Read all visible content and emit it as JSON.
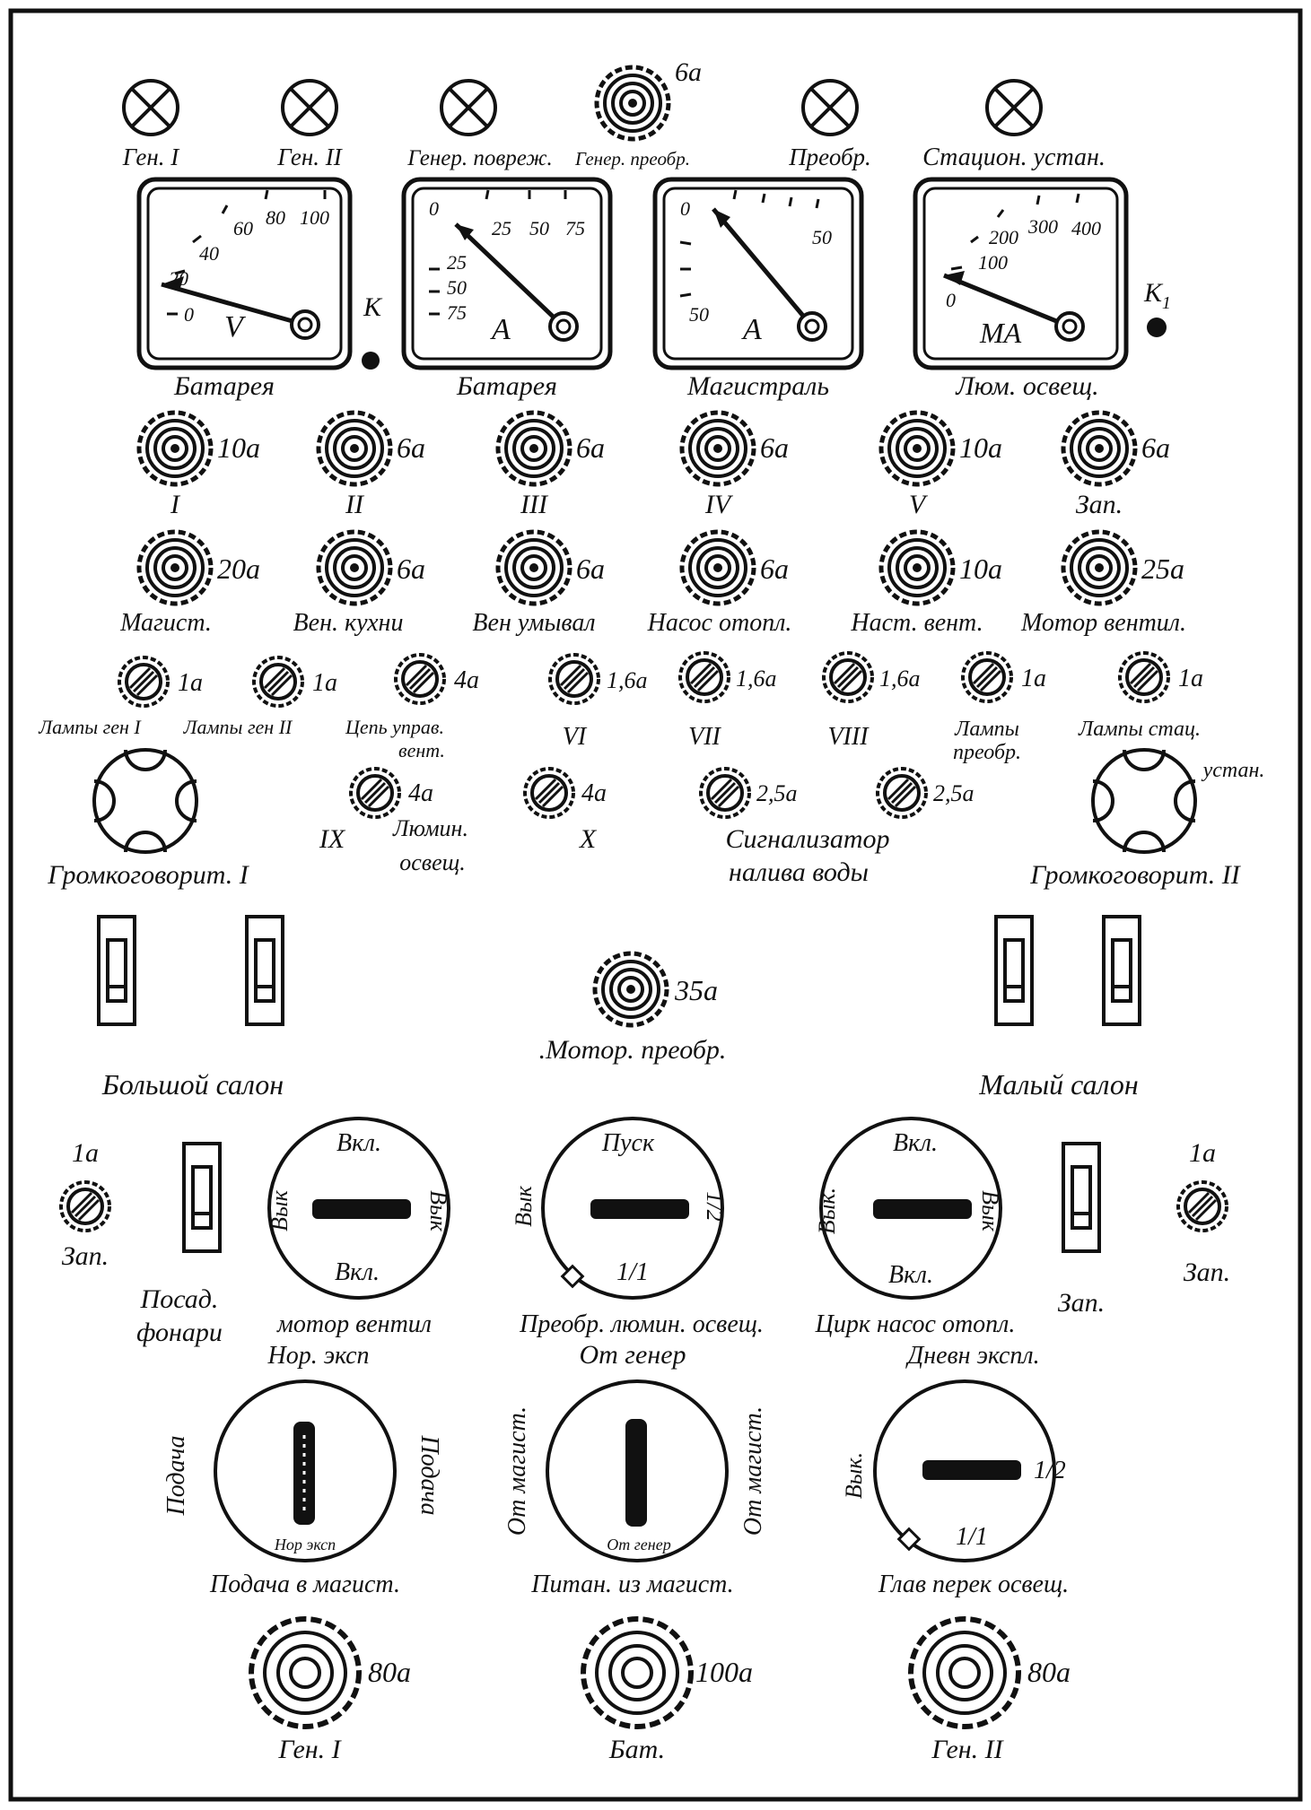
{
  "lamps": [
    {
      "label": "Ген. I"
    },
    {
      "label": "Ген. II"
    },
    {
      "label": "Генер. повреж."
    },
    {
      "label": "Преобр."
    },
    {
      "label": "Стацион. устан."
    }
  ],
  "top_fuse": {
    "rating": "6а",
    "label": "Генер. преобр."
  },
  "meters": [
    {
      "label": "Батарея",
      "unit": "V",
      "ticks": [
        "0",
        "20",
        "40",
        "60",
        "80",
        "100"
      ]
    },
    {
      "label": "Батарея",
      "unit": "A",
      "ticks": [
        "0",
        "25",
        "50",
        "75",
        "25",
        "50",
        "75"
      ]
    },
    {
      "label": "Магистраль",
      "unit": "A",
      "ticks": [
        "0",
        "50",
        "50"
      ]
    },
    {
      "label": "Люм. освещ.",
      "unit": "MA",
      "ticks": [
        "0",
        "100",
        "200",
        "300",
        "400"
      ]
    }
  ],
  "terminals": {
    "k": "К",
    "k1": "К",
    "k1_sub": "1"
  },
  "fuse_row1": [
    {
      "rating": "10а",
      "label": "I"
    },
    {
      "rating": "6а",
      "label": "II"
    },
    {
      "rating": "6а",
      "label": "III"
    },
    {
      "rating": "6а",
      "label": "IV"
    },
    {
      "rating": "10а",
      "label": "V"
    },
    {
      "rating": "6а",
      "label": "Зап."
    }
  ],
  "fuse_row2": [
    {
      "rating": "20а",
      "label": "Магист."
    },
    {
      "rating": "6а",
      "label": "Вен. кухни"
    },
    {
      "rating": "6а",
      "label": "Вен умывал"
    },
    {
      "rating": "6а",
      "label": "Насос отопл."
    },
    {
      "rating": "10а",
      "label": "Наст. вент."
    },
    {
      "rating": "25а",
      "label": "Мотор  вентил."
    }
  ],
  "fuse_row3": [
    {
      "rating": "1а",
      "label": "Лампы ген I"
    },
    {
      "rating": "1а",
      "label": "Лампы ген II"
    },
    {
      "rating": "4а",
      "label": "Цепь управ.",
      "label2": "вент."
    },
    {
      "rating": "1,6а",
      "label": "VI"
    },
    {
      "rating": "1,6а",
      "label": "VII"
    },
    {
      "rating": "1,6а",
      "label": "VIII"
    },
    {
      "rating": "1а",
      "label": "Лампы",
      "label2": "преобр."
    },
    {
      "rating": "1а",
      "label": "Лампы стац.",
      "label2": "устан."
    }
  ],
  "fuse_row4": [
    {
      "rating": "4а",
      "label": "IX",
      "label2": "Люмин.",
      "label3": "освещ."
    },
    {
      "rating": "4а",
      "label": "X"
    },
    {
      "rating": "2,5а"
    },
    {
      "rating": "2,5а"
    }
  ],
  "water_signal": {
    "line1": "Сигнализатор",
    "line2": "налива  воды"
  },
  "speakers": [
    {
      "label": "Громкоговорит. I"
    },
    {
      "label": "Громкоговорит. II"
    }
  ],
  "toggle_groups": [
    {
      "label": "Большой  салон"
    },
    {
      "label": "Малый  салон"
    }
  ],
  "motor_fuse": {
    "rating": "35а",
    "label": ".Мотор. преобр."
  },
  "spare_left": {
    "rating": "1а",
    "label": "Зап."
  },
  "spare_right": {
    "rating": "1а",
    "label": "Зап."
  },
  "landing_lights": {
    "line1": "Посад.",
    "line2": "фонари"
  },
  "spare_switch": {
    "label": "Зап."
  },
  "rotary_row1": [
    {
      "top": "Вкл.",
      "bottom": "Вкл.",
      "left": "Вык",
      "right": "Вык",
      "label": "мотор вентил"
    },
    {
      "top": "Пуск",
      "left": "Вык",
      "right": "1/2",
      "bottom": "1/1",
      "label": "Преобр. люмин. освещ."
    },
    {
      "top": "Вкл.",
      "bottom": "Вкл.",
      "left": "Вык.",
      "right": "Вык",
      "label": "Цирк насос отопл."
    }
  ],
  "rotary_row2": [
    {
      "top": "Нор. эксп",
      "left": "Подача",
      "right": "Подача",
      "inner": "Нор эксп",
      "label": "Подача в магист."
    },
    {
      "top": "От  генер",
      "left": "От магист.",
      "right": "От магист.",
      "inner": "От генер",
      "label": "Питан.  из магист."
    },
    {
      "top": "Дневн  экспл.",
      "left": "Вык.",
      "right": "1/2",
      "bottom": "1/1",
      "label": "Глав перек освещ."
    }
  ],
  "main_fuses": [
    {
      "rating": "80а",
      "label": "Ген. I"
    },
    {
      "rating": "100а",
      "label": "Бат."
    },
    {
      "rating": "80а",
      "label": "Ген. II"
    }
  ]
}
